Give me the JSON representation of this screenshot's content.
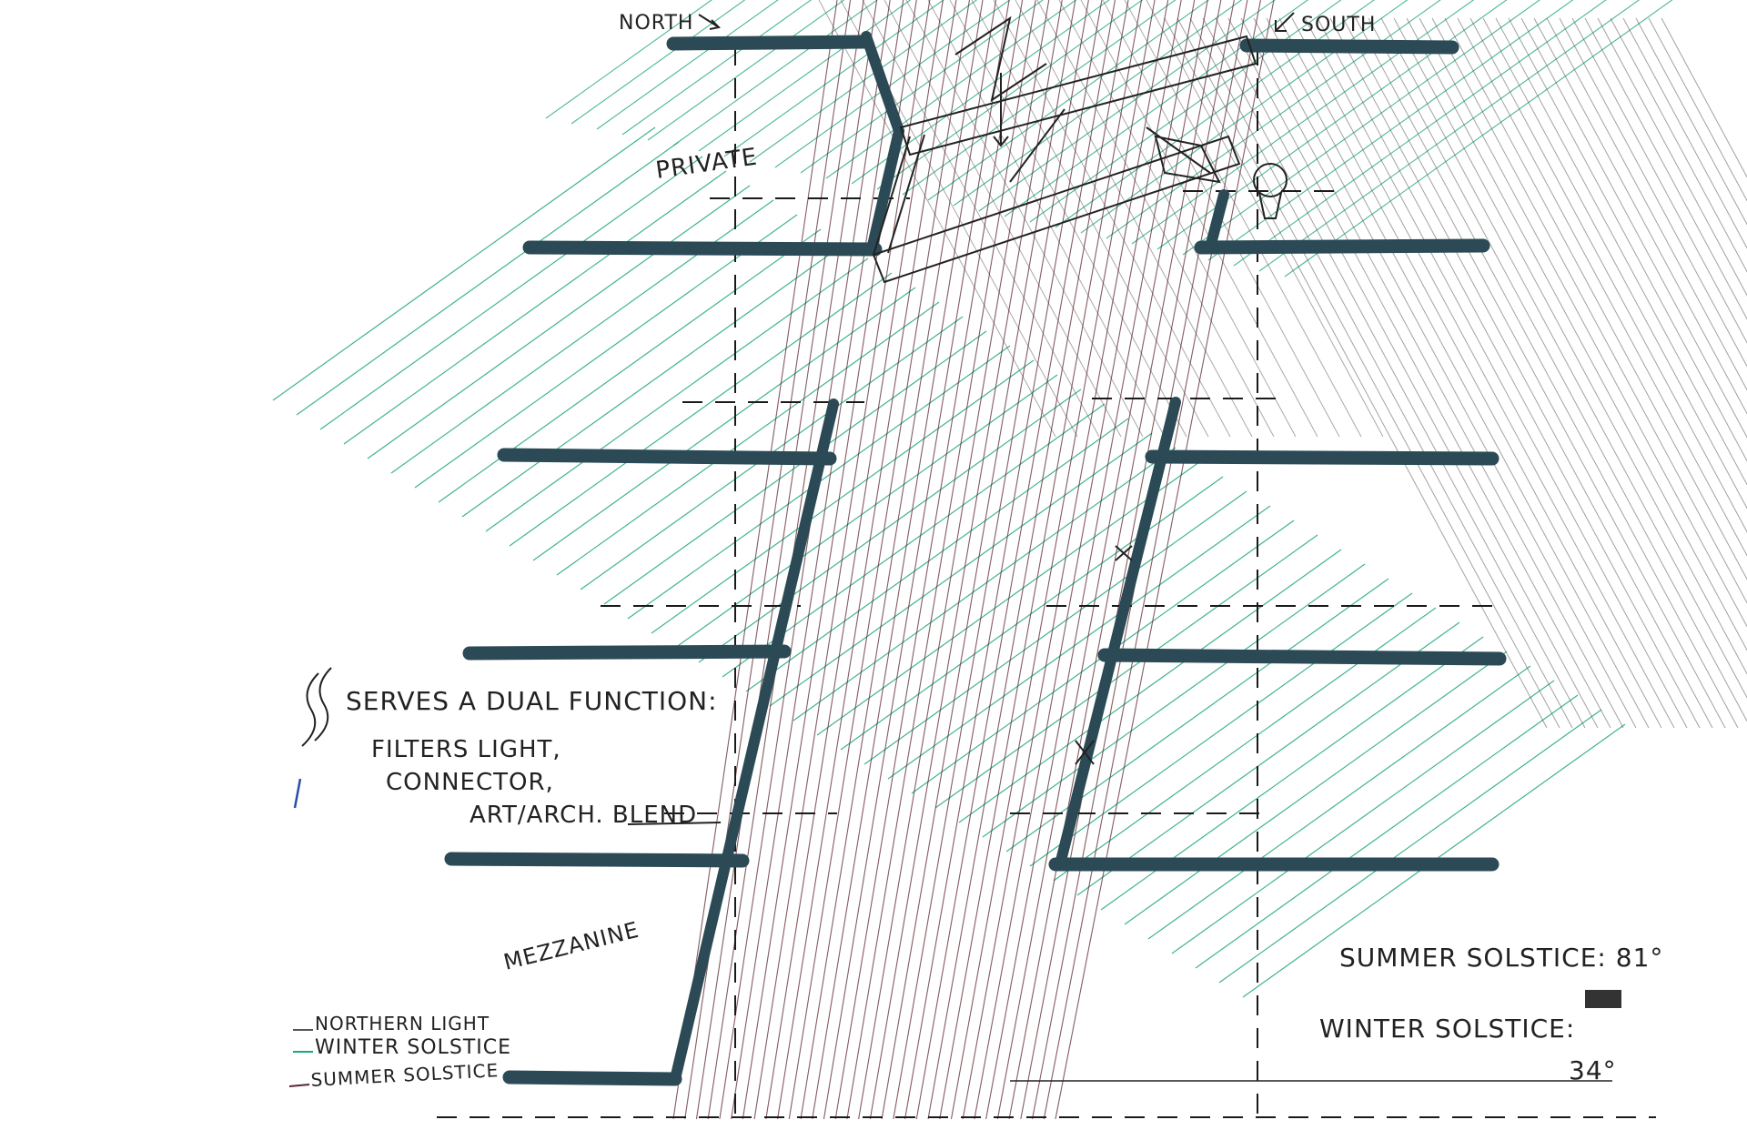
{
  "labels": {
    "north": "NORTH",
    "south": "SOUTH",
    "private": "PRIVATE",
    "mezzanine": "MEZZANINE",
    "note_line1": "SERVES A DUAL FUNCTION:",
    "note_line2": "FILTERS LIGHT,",
    "note_line3": "CONNECTOR,",
    "note_line4": "ART/ARCH. BLEND",
    "summer_solstice": "SUMMER SOLSTICE: 81°",
    "winter_solstice": "WINTER SOLSTICE:",
    "winter_angle": "34°"
  },
  "legend": {
    "northern": "NORTHERN LIGHT",
    "winter": "WINTER SOLSTICE",
    "summer": "SUMMER SOLSTICE"
  },
  "colors": {
    "floor": "#2b4a55",
    "winter": "#1fa67c",
    "summer": "#5a2630",
    "northern": "#555555",
    "ink": "#222222",
    "guide": "#1a1a1a"
  }
}
